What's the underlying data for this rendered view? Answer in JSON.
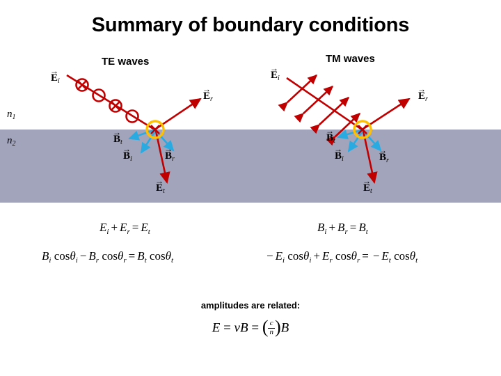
{
  "slide": {
    "title": "Summary of boundary conditions",
    "background_color": "#ffffff"
  },
  "colors": {
    "medium_n2": "#a2a4bc",
    "e_field_red": "#c00000",
    "b_field_blue": "#29abe2",
    "interface_marker": "#ffc000",
    "text": "#000000"
  },
  "panels": {
    "te": {
      "heading": "TE waves",
      "labels": {
        "incident_e": {
          "base": "E",
          "sub": "i"
        },
        "reflected_e": {
          "base": "E",
          "sub": "r"
        },
        "transmitted_e": {
          "base": "E",
          "sub": "t"
        },
        "incident_b": {
          "base": "B",
          "sub": "i"
        },
        "reflected_b": {
          "base": "B",
          "sub": "r"
        },
        "transmitted_b": {
          "base": "B",
          "sub": "t"
        }
      },
      "polarization_symbols": [
        "cross",
        "circle",
        "cross",
        "circle"
      ]
    },
    "tm": {
      "heading": "TM waves",
      "labels": {
        "incident_e": {
          "base": "E",
          "sub": "i"
        },
        "reflected_e": {
          "base": "E",
          "sub": "r"
        },
        "transmitted_e": {
          "base": "E",
          "sub": "t"
        },
        "incident_b": {
          "base": "B",
          "sub": "i"
        },
        "reflected_b": {
          "base": "B",
          "sub": "r"
        },
        "transmitted_b": {
          "base": "B",
          "sub": "t"
        }
      },
      "polarization_symbols": [
        "double-arrow",
        "double-arrow",
        "double-arrow",
        "double-arrow"
      ]
    }
  },
  "media": {
    "upper": {
      "base": "n",
      "sub": "1"
    },
    "lower": {
      "base": "n",
      "sub": "2"
    }
  },
  "equations": {
    "te_line1": "E_i + E_r = E_t",
    "te_line2": "B_i cosθ_i − B_r cosθ_r = B_t cosθ_t",
    "tm_line1": "B_i + B_r = B_t",
    "tm_line2": "− E_i cosθ_i + E_r cosθ_r = −E_t cosθ_t"
  },
  "amplitude_note": "amplitudes are related:",
  "amplitude_equation": {
    "lhs": "E",
    "mid": "vB",
    "fraction_numerator": "c",
    "fraction_denominator": "n",
    "rhs": "B"
  }
}
